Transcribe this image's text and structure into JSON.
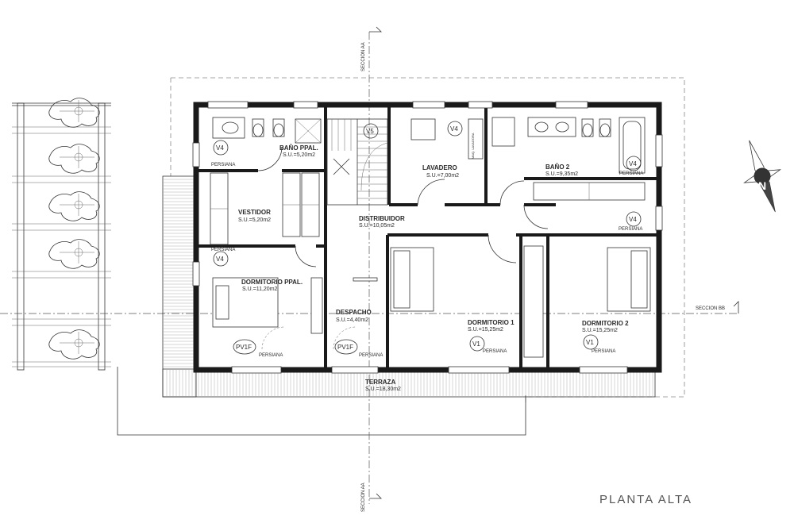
{
  "drawing": {
    "title": "PLANTA ALTA",
    "section_aa_top": "SECCION AA",
    "section_aa_bottom": "SECCION AA",
    "section_bb": "SECCION BB",
    "north": "N"
  },
  "rooms": {
    "bano_ppal": {
      "name": "BAÑO PPAL.",
      "area": "S.U.=5,20m2"
    },
    "lavadero": {
      "name": "LAVADERO",
      "area": "S.U.=7,00m2"
    },
    "bano2": {
      "name": "BAÑO 2",
      "area": "S.U.=9,35m2"
    },
    "vestidor": {
      "name": "VESTIDOR",
      "area": "S.U.=5,20m2"
    },
    "distribuidor": {
      "name": "DISTRIBUIDOR",
      "area": "S.U.=10,05m2"
    },
    "dorm_ppal": {
      "name": "DORMITORIO PPAL.",
      "area": "S.U.=11,20m2"
    },
    "despacho": {
      "name": "DESPACHO",
      "area": "S.U.=4,40m2"
    },
    "dorm1": {
      "name": "DORMITORIO 1",
      "area": "S.U.=15,25m2"
    },
    "dorm2": {
      "name": "DORMITORIO 2",
      "area": "S.U.=15,25m2"
    },
    "terraza": {
      "name": "TERRAZA",
      "area": "S.U.=18,30m2"
    }
  },
  "labels": {
    "persiana": "PERSIANA",
    "v4": "V4",
    "v5": "V5",
    "v1": "V1",
    "pv1f": "PV1F",
    "appliance": "MAQ. LAVADORA"
  }
}
